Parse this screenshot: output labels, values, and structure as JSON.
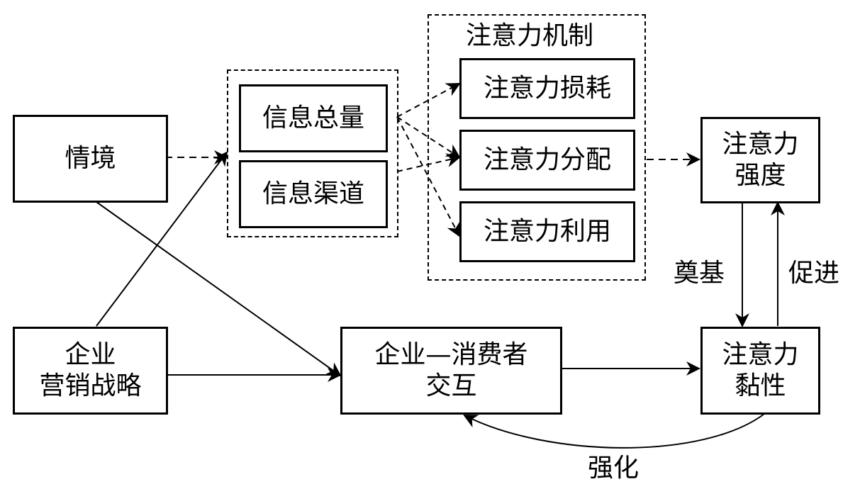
{
  "nodes": {
    "situation": "情境",
    "strategy_line1": "企业",
    "strategy_line2": "营销战略",
    "info_total": "信息总量",
    "info_channel": "信息渠道",
    "mechanism_title": "注意力机制",
    "consumption": "注意力损耗",
    "allocation": "注意力分配",
    "utilization": "注意力利用",
    "intensity_line1": "注意力",
    "intensity_line2": "强度",
    "interaction_line1": "企业—消费者",
    "interaction_line2": "交互",
    "stickiness_line1": "注意力",
    "stickiness_line2": "黏性"
  },
  "edge_labels": {
    "foundation": "奠基",
    "promote": "促进",
    "strengthen": "强化"
  }
}
